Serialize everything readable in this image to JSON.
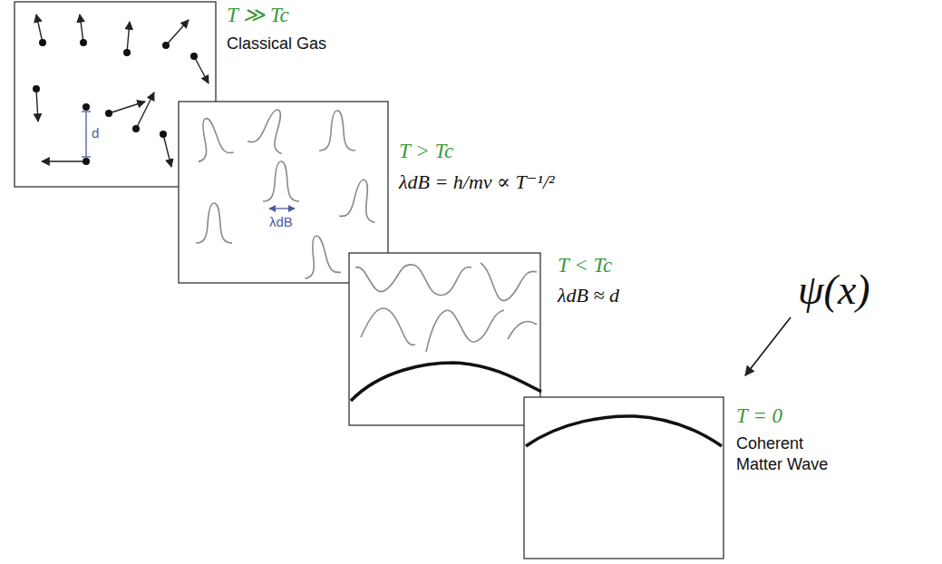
{
  "diagram": {
    "nodes": [
      {
        "text": [
          "T ≫ Tc",
          "Classical Gas",
          "d"
        ]
      },
      {
        "text": [
          "T > Tc",
          "λdB = h/mv ∝ T⁻¹/²",
          "λdB"
        ]
      },
      {
        "text": [
          "T < Tc",
          "λdB ≈ d"
        ]
      },
      {
        "text": [
          "T = 0",
          "Coherent Matter Wave"
        ]
      }
    ],
    "labels": [
      "ψ(x)"
    ]
  }
}
